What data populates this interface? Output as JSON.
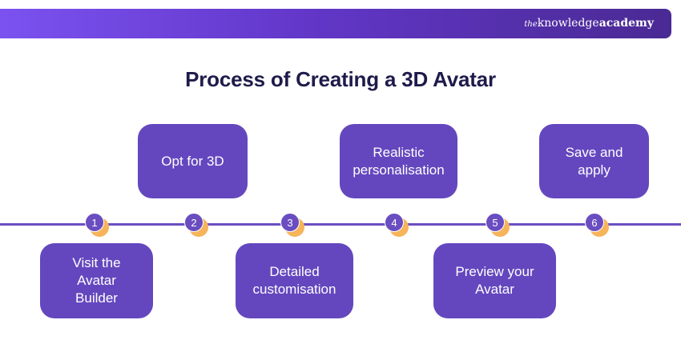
{
  "header": {
    "logo_the": "the",
    "logo_knowledge": "knowledge",
    "logo_academy": "academy"
  },
  "title": "Process of Creating a 3D Avatar",
  "colors": {
    "primary": "#6447be",
    "accent": "#f6b45b",
    "title": "#1e1b4b"
  },
  "steps": [
    {
      "number": "1",
      "label": "Visit the Avatar Builder"
    },
    {
      "number": "2",
      "label": "Opt for 3D"
    },
    {
      "number": "3",
      "label": "Detailed customisation"
    },
    {
      "number": "4",
      "label": "Realistic personalisation"
    },
    {
      "number": "5",
      "label": "Preview your Avatar"
    },
    {
      "number": "6",
      "label": "Save and apply"
    }
  ]
}
